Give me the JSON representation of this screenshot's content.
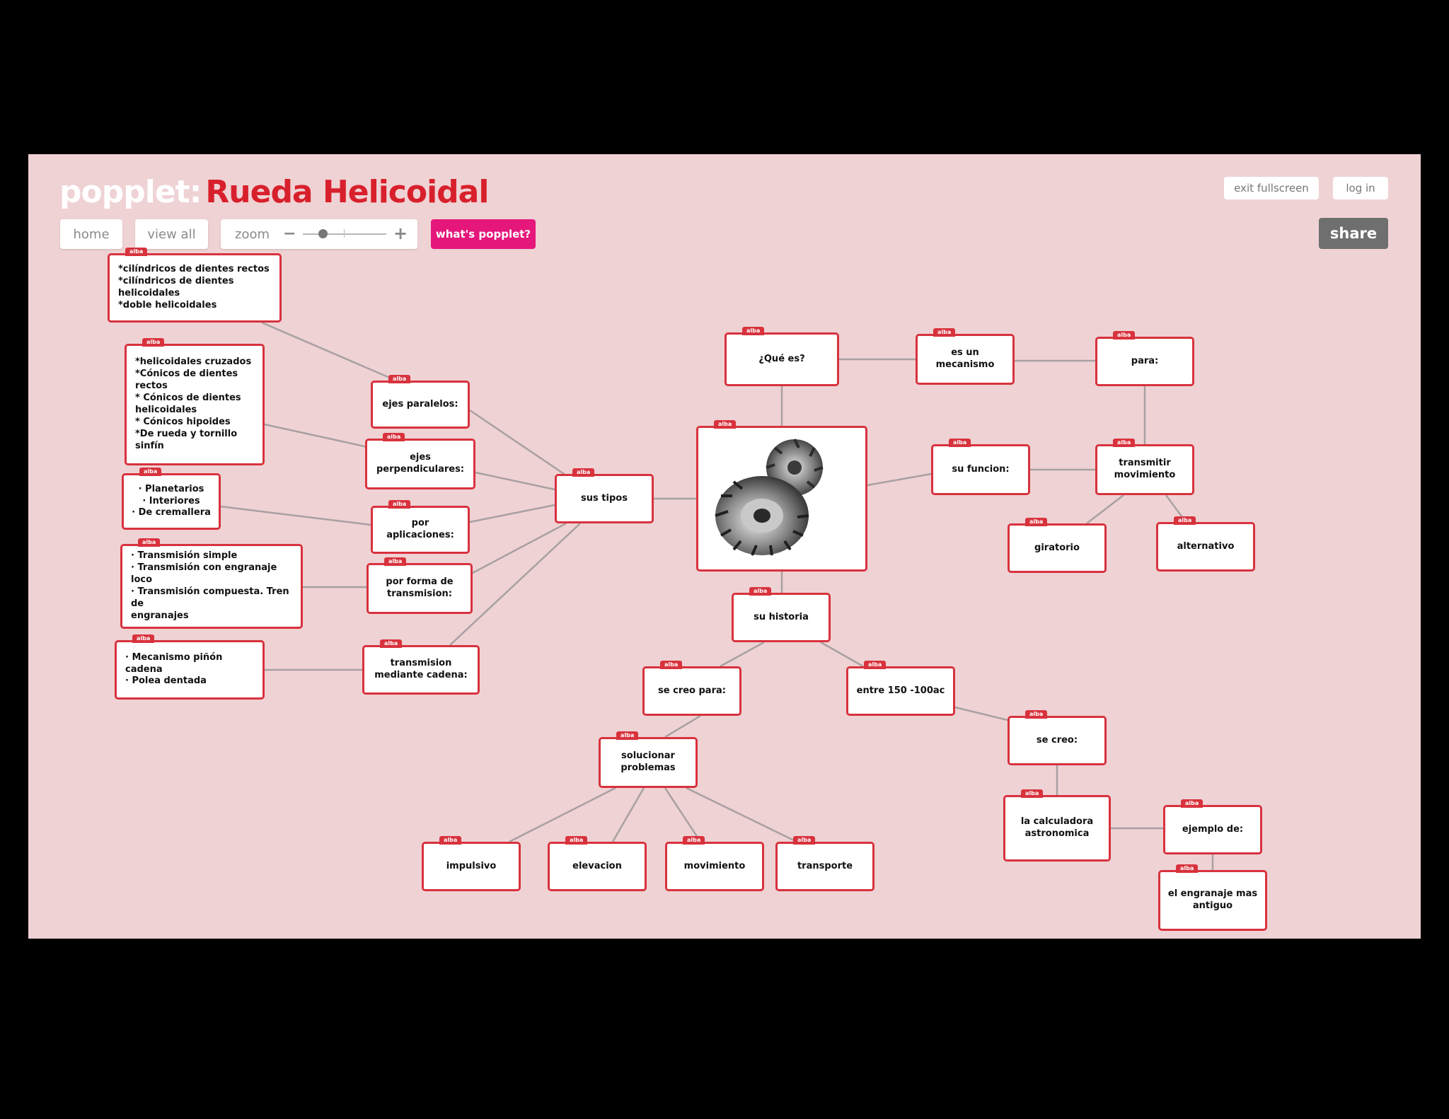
{
  "app": {
    "brand": "popplet",
    "colon": ":",
    "board_title": "Rueda Helicoidal"
  },
  "toolbar": {
    "home": "home",
    "view_all": "view all",
    "zoom_label": "zoom",
    "zoom_minus": "−",
    "zoom_plus": "+",
    "whats_popplet": "what's popplet?"
  },
  "top_right": {
    "exit_fullscreen": "exit fullscreen",
    "log_in": "log in",
    "share": "share"
  },
  "author_tag": "alba",
  "icons": {
    "gear_image": "bevel-gear-image",
    "zoom_slider": "zoom-slider"
  },
  "colors": {
    "board_bg": "#efd2d4",
    "node_border": "#d8323d",
    "title_red": "#d8202c",
    "whats_popplet_pink": "#e5177b",
    "share_gray": "#6f6f6f"
  },
  "nodes": {
    "n1": "*cilíndricos de dientes rectos\n*cilíndricos de dientes helicoidales\n*doble helicoidales",
    "n2": "*helicoidales cruzados\n*Cónicos de dientes rectos\n* Cónicos de dientes\nhelicoidales\n* Cónicos hipoides\n*De rueda y tornillo sinfín",
    "n3": "· Planetarios\n· Interiores\n· De cremallera",
    "n4": "· Transmisión simple\n· Transmisión con engranaje loco\n· Transmisión compuesta. Tren de\nengranajes",
    "n5": "· Mecanismo piñón cadena\n· Polea dentada",
    "ejes_paralelos": "ejes paralelos:",
    "ejes_perp": "ejes\nperpendiculares:",
    "por_aplicaciones": "por aplicaciones:",
    "por_forma": "por forma de\ntransmision:",
    "transmision_cadena": "transmision\nmediante cadena:",
    "sus_tipos": "sus tipos",
    "que_es": "¿Qué es?",
    "es_un_mecanismo": "es un\nmecanismo",
    "para": "para:",
    "su_funcion": "su funcion:",
    "transmitir_movimiento": "transmitir\nmovimiento",
    "giratorio": "giratorio",
    "alternativo": "alternativo",
    "su_historia": "su historia",
    "se_creo_para": "se creo para:",
    "entre": "entre 150 -100ac",
    "se_creo": "se creo:",
    "solucionar": "solucionar\nproblemas",
    "impulsivo": "impulsivo",
    "elevacion": "elevacion",
    "movimiento": "movimiento",
    "transporte": "transporte",
    "calculadora": "la calculadora\nastronomica",
    "ejemplo_de": "ejemplo de:",
    "engranaje_antiguo": "el engranaje mas\nantiguo"
  }
}
